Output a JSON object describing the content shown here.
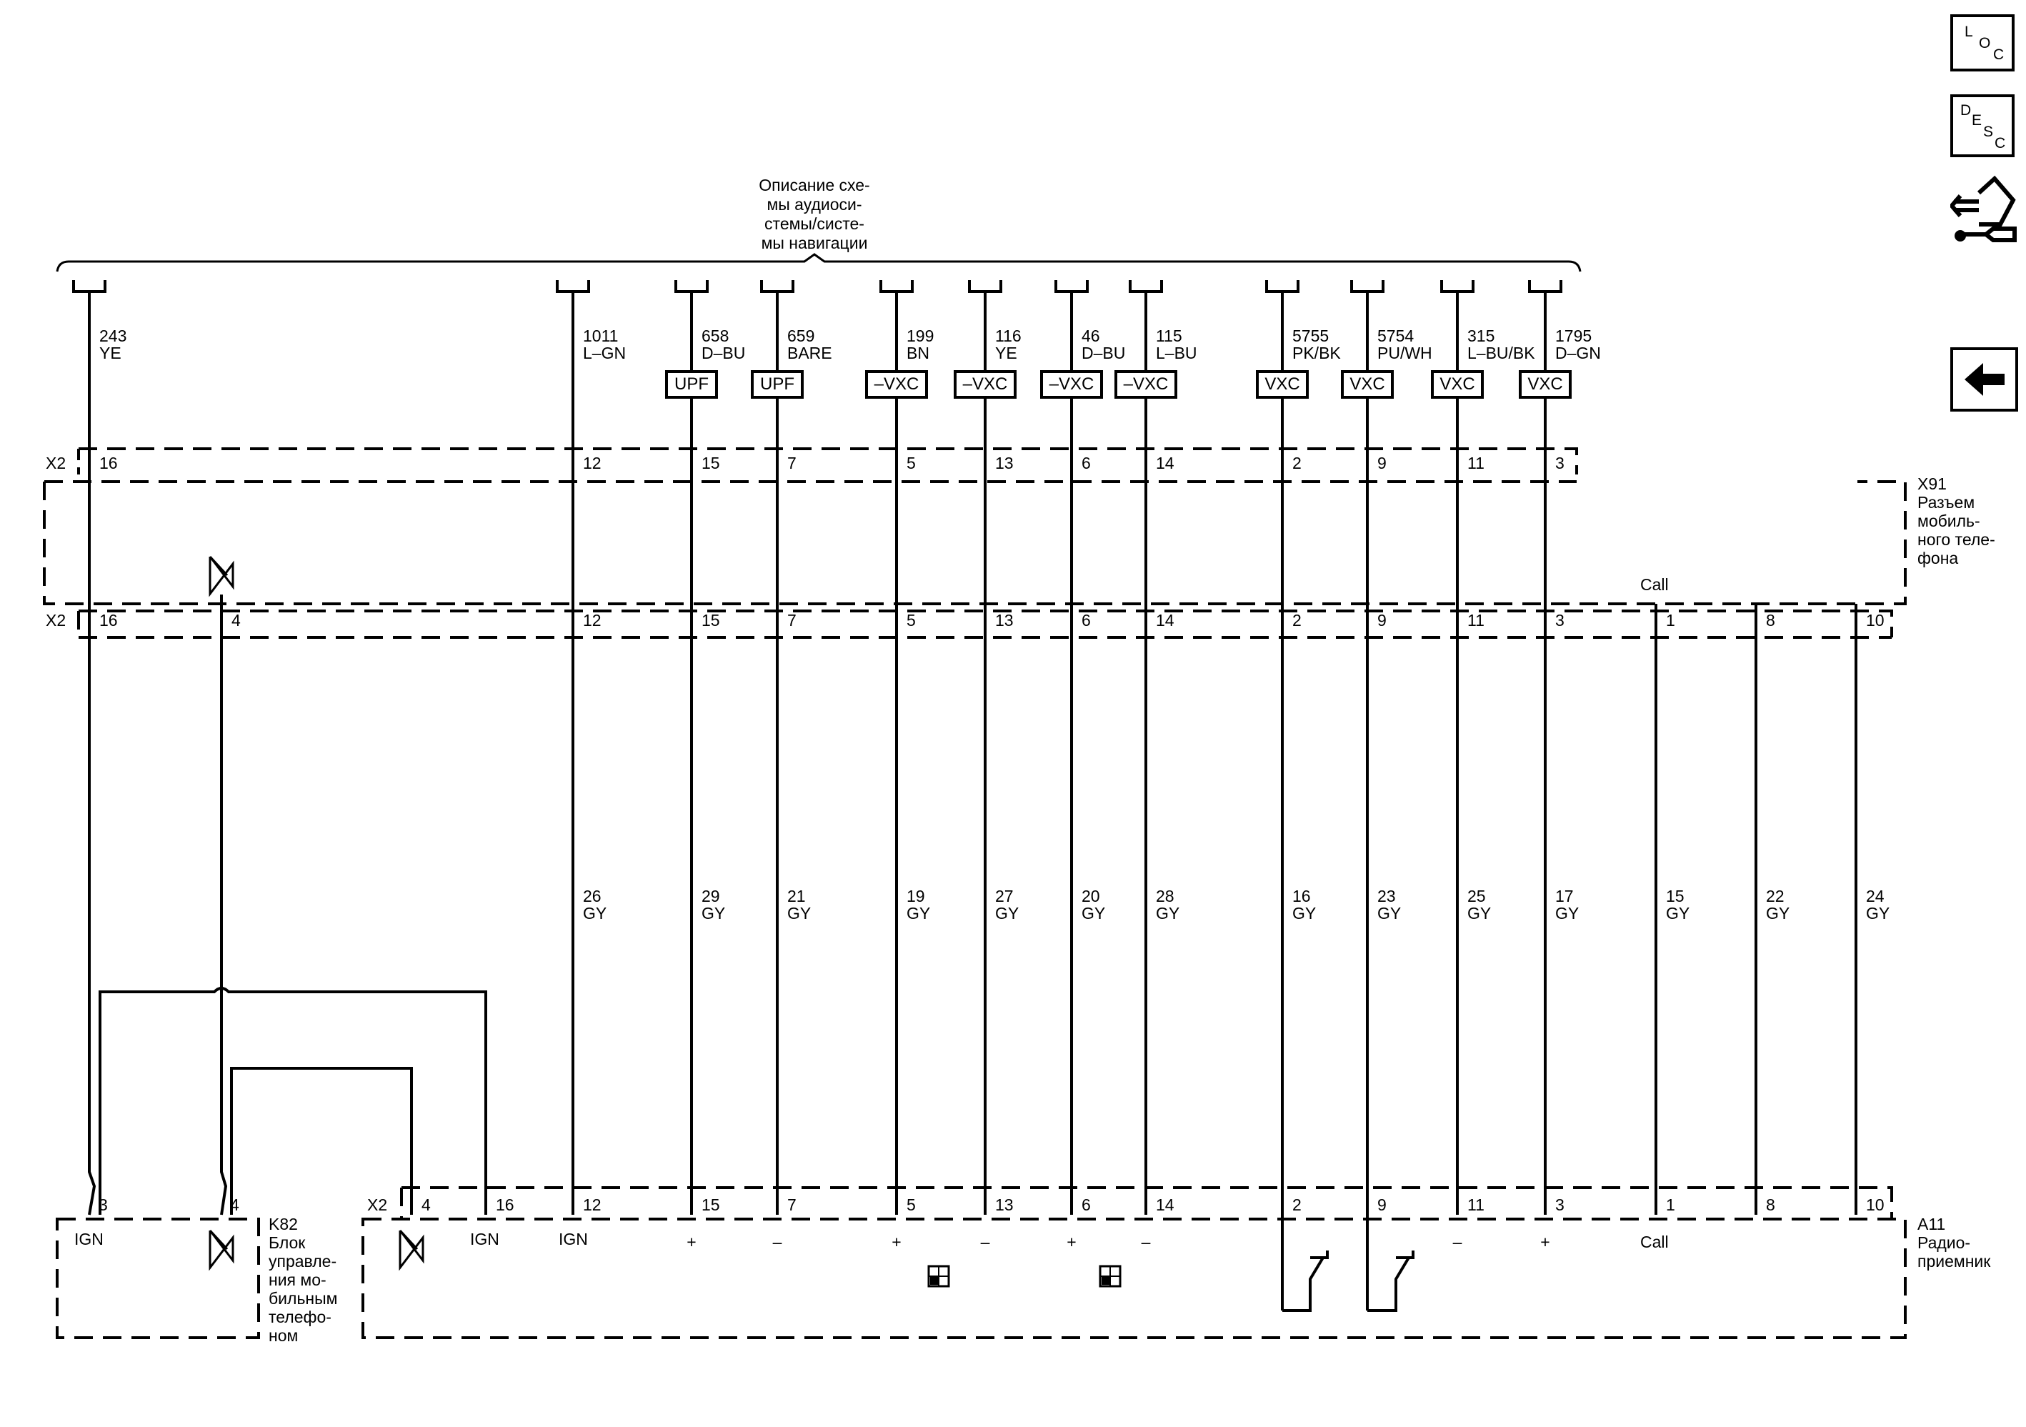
{
  "nav": {
    "loc": [
      "L",
      "O",
      "C"
    ],
    "desc": [
      "D",
      "E",
      "S",
      "C"
    ],
    "loc_icon": "loc-button-icon",
    "desc_icon": "desc-button-icon",
    "tool_icon": "hand-wrench-icon",
    "back_icon": "back-arrow-icon"
  },
  "diagram": {
    "bracket_title": [
      "Описание схе-",
      "мы аудиоси-",
      "стемы/систе-",
      "мы навигации"
    ],
    "x2_label": "X2",
    "x91_label": [
      "X91",
      "Разъем",
      "мобиль-",
      "ного теле-",
      "фона"
    ],
    "a11_label": [
      "A11",
      "Радио-",
      "приемник"
    ],
    "k82_label": [
      "K82",
      "Блок",
      "управле-",
      "ния мо-",
      "бильным",
      "телефо-",
      "ном"
    ],
    "call_label": "Call",
    "ign_label": "IGN",
    "top_wires": [
      {
        "num": "243",
        "color": "YE"
      },
      {
        "num": "1011",
        "color": "L–GN"
      },
      {
        "num": "658",
        "color": "D–BU",
        "box": "UPF"
      },
      {
        "num": "659",
        "color": "BARE",
        "box": "UPF"
      },
      {
        "num": "199",
        "color": "BN",
        "box": "–VXC"
      },
      {
        "num": "116",
        "color": "YE",
        "box": "–VXC"
      },
      {
        "num": "46",
        "color": "D–BU",
        "box": "–VXC"
      },
      {
        "num": "115",
        "color": "L–BU",
        "box": "–VXC"
      },
      {
        "num": "5755",
        "color": "PK/BK",
        "box": "VXC"
      },
      {
        "num": "5754",
        "color": "PU/WH",
        "box": "VXC"
      },
      {
        "num": "315",
        "color": "L–BU/BK",
        "box": "VXC"
      },
      {
        "num": "1795",
        "color": "D–GN",
        "box": "VXC"
      }
    ],
    "x91_top_pins": [
      "16",
      "12",
      "15",
      "7",
      "5",
      "13",
      "6",
      "14",
      "2",
      "9",
      "11",
      "3"
    ],
    "x91_bottom_pins": [
      "16",
      "4",
      "12",
      "15",
      "7",
      "5",
      "13",
      "6",
      "14",
      "2",
      "9",
      "11",
      "3",
      "1",
      "8",
      "10"
    ],
    "mid_wires": [
      {
        "num": "26",
        "color": "GY"
      },
      {
        "num": "29",
        "color": "GY"
      },
      {
        "num": "21",
        "color": "GY"
      },
      {
        "num": "19",
        "color": "GY"
      },
      {
        "num": "27",
        "color": "GY"
      },
      {
        "num": "20",
        "color": "GY"
      },
      {
        "num": "28",
        "color": "GY"
      },
      {
        "num": "16",
        "color": "GY"
      },
      {
        "num": "23",
        "color": "GY"
      },
      {
        "num": "25",
        "color": "GY"
      },
      {
        "num": "17",
        "color": "GY"
      },
      {
        "num": "15",
        "color": "GY"
      },
      {
        "num": "22",
        "color": "GY"
      },
      {
        "num": "24",
        "color": "GY"
      }
    ],
    "k82_pins": [
      "3",
      "4"
    ],
    "a11_pins": [
      "4",
      "16",
      "12",
      "15",
      "7",
      "5",
      "13",
      "6",
      "14",
      "2",
      "9",
      "11",
      "3",
      "1",
      "8",
      "10"
    ],
    "polarity": [
      "+",
      "–",
      "+",
      "–",
      "+",
      "–",
      "–",
      "+"
    ]
  }
}
